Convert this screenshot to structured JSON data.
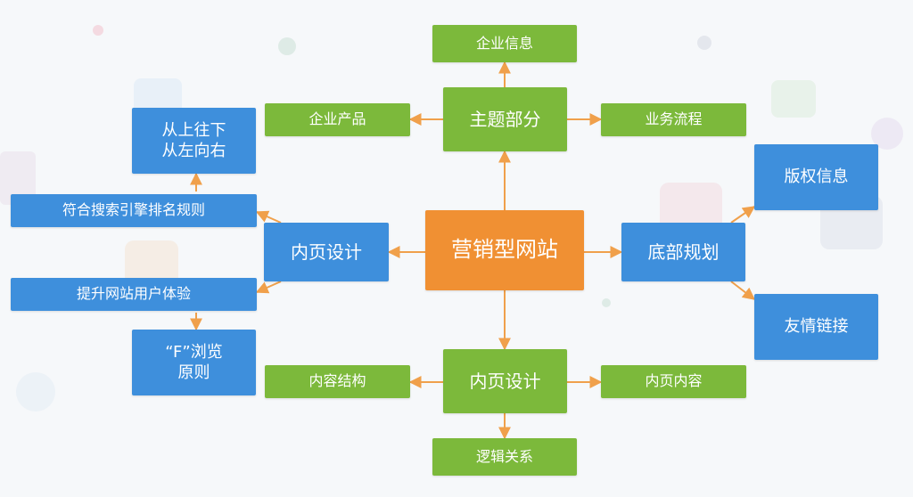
{
  "diagram": {
    "center": "营销型网站",
    "top_branch": {
      "label": "主题部分",
      "children": [
        "企业信息",
        "企业产品",
        "业务流程"
      ]
    },
    "bottom_branch": {
      "label": "内页设计",
      "children": [
        "内容结构",
        "内页内容",
        "逻辑关系"
      ]
    },
    "right_branch": {
      "label": "底部规划",
      "children": [
        "版权信息",
        "友情链接"
      ]
    },
    "left_branch": {
      "label": "内页设计",
      "children": [
        "符合搜索引擎排名规则",
        "提升网站用户体验"
      ],
      "upper_rule": [
        "从上往下",
        "从左向右"
      ],
      "lower_rule": [
        "“F”浏览",
        "原则"
      ]
    },
    "colors": {
      "center": "#f09033",
      "green": "#7cb93b",
      "blue": "#3e8fdc",
      "connector": "#f0a04b"
    }
  }
}
